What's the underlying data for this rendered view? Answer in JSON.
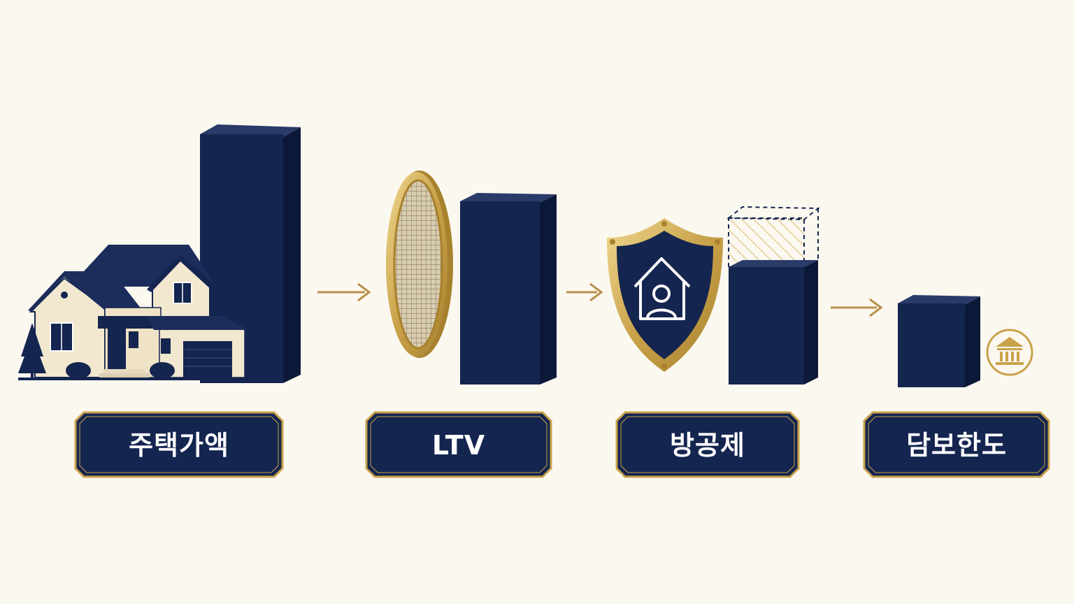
{
  "steps": [
    {
      "label": "주택가액",
      "icon": "house-icon"
    },
    {
      "label": "LTV",
      "icon": "sieve-icon"
    },
    {
      "label": "방공제",
      "icon": "shield-home-icon"
    },
    {
      "label": "담보한도",
      "icon": "bank-icon"
    }
  ],
  "colors": {
    "navy": "#14254f",
    "navy_side": "#0b1838",
    "navy_top": "#2a3b6a",
    "gold": "#c9a24a",
    "gold_light": "#e6c878",
    "background": "#fbf8f0",
    "cream": "#f2e7cf"
  }
}
